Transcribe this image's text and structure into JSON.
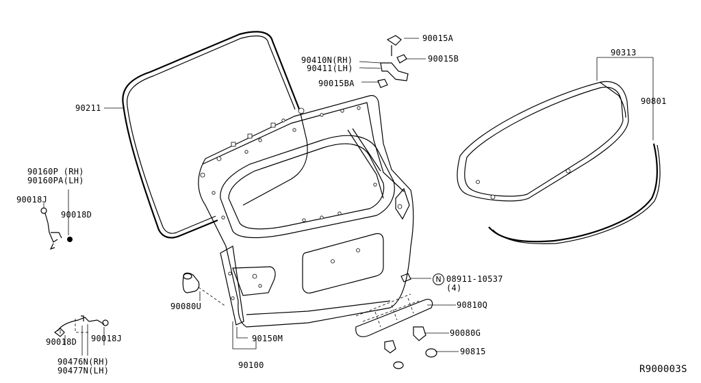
{
  "diagram": {
    "reference_code": "R900003S",
    "labels": {
      "p90211": "90211",
      "p90015A": "90015A",
      "p90015B": "90015B",
      "p90410N": "90410N(RH)",
      "p90411": "90411(LH)",
      "p90015BA": "90015BA",
      "p90313": "90313",
      "p90801": "90801",
      "p90160P": "90160P (RH)",
      "p90160PA": "90160PA(LH)",
      "p90018J_top": "90018J",
      "p90018D_top": "90018D",
      "p90080U": "90080U",
      "p08911_symbol": "N",
      "p08911": "08911-10537",
      "p08911_qty": "(4)",
      "p90810Q": "90810Q",
      "p90080G": "90080G",
      "p90815": "90815",
      "p90150M": "90150M",
      "p90100": "90100",
      "p90018D_bottom": "90018D",
      "p90018J_bottom": "90018J",
      "p90476N": "90476N(RH)",
      "p90477N": "90477N(LH)"
    }
  }
}
